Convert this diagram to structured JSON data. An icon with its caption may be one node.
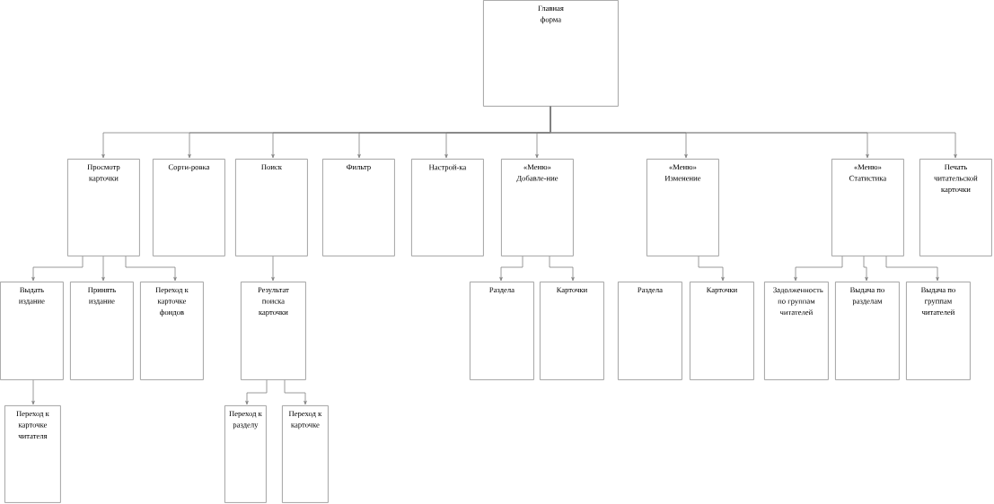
{
  "diagram": {
    "nodes": [
      {
        "text": [
          "Главная форма"
        ]
      },
      {
        "text": [
          "Просмотр карточки"
        ]
      },
      {
        "text": [
          "Сорти-ровка"
        ]
      },
      {
        "text": [
          "Поиск"
        ]
      },
      {
        "text": [
          "Фильтр"
        ]
      },
      {
        "text": [
          "Настрой-ка"
        ]
      },
      {
        "text": [
          "«Меню» Добавле-ние"
        ]
      },
      {
        "text": [
          "«Меню» Изменение"
        ]
      },
      {
        "text": [
          "«Меню» Статистика"
        ]
      },
      {
        "text": [
          "Печать читательской карточки"
        ]
      },
      {
        "text": [
          "Выдать издание"
        ]
      },
      {
        "text": [
          "Принять издание"
        ]
      },
      {
        "text": [
          "Переход к карточке фондов"
        ]
      },
      {
        "text": [
          "Результат поиска карточки"
        ]
      },
      {
        "text": [
          "Раздела"
        ]
      },
      {
        "text": [
          "Карточки"
        ]
      },
      {
        "text": [
          "Раздела"
        ]
      },
      {
        "text": [
          "Карточки"
        ]
      },
      {
        "text": [
          "Задолженность по группам читателей"
        ]
      },
      {
        "text": [
          "Выдача по разделам"
        ]
      },
      {
        "text": [
          "Выдача по группам читателей"
        ]
      },
      {
        "text": [
          "Переход к карточке читателя"
        ]
      },
      {
        "text": [
          "Переход к разделу"
        ]
      },
      {
        "text": [
          "Переход к карточке"
        ]
      }
    ],
    "edges": [
      {
        "from": 0,
        "to": 1,
        "arrow": "to"
      },
      {
        "from": 0,
        "to": 2,
        "arrow": "to"
      },
      {
        "from": 0,
        "to": 3,
        "arrow": "to"
      },
      {
        "from": 0,
        "to": 4,
        "arrow": "to"
      },
      {
        "from": 0,
        "to": 5,
        "arrow": "to"
      },
      {
        "from": 0,
        "to": 6,
        "arrow": "to"
      },
      {
        "from": 0,
        "to": 7,
        "arrow": "to"
      },
      {
        "from": 0,
        "to": 8,
        "arrow": "to"
      },
      {
        "from": 0,
        "to": 9,
        "arrow": "to"
      },
      {
        "from": 1,
        "to": 10,
        "arrow": "to"
      },
      {
        "from": 1,
        "to": 11,
        "arrow": "to"
      },
      {
        "from": 1,
        "to": 12,
        "arrow": "to"
      },
      {
        "from": 3,
        "to": 13,
        "arrow": "to"
      },
      {
        "from": 6,
        "to": 14,
        "arrow": "to"
      },
      {
        "from": 6,
        "to": 15,
        "arrow": "to"
      },
      {
        "from": 7,
        "to": 17,
        "arrow": "to"
      },
      {
        "from": 8,
        "to": 18,
        "arrow": "to"
      },
      {
        "from": 8,
        "to": 19,
        "arrow": "to"
      },
      {
        "from": 8,
        "to": 20,
        "arrow": "to"
      },
      {
        "from": 10,
        "to": 21,
        "arrow": "to"
      },
      {
        "from": 13,
        "to": 22,
        "arrow": "to"
      },
      {
        "from": 13,
        "to": 23,
        "arrow": "to"
      }
    ]
  }
}
